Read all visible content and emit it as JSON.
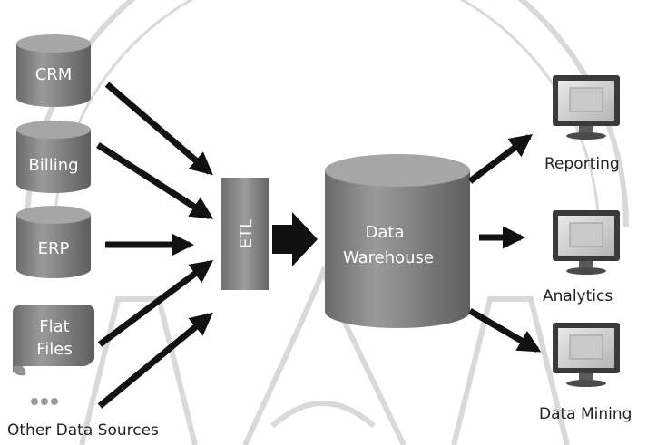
{
  "sources": {
    "crm": "CRM",
    "billing": "Billing",
    "erp": "ERP",
    "flat_files": "Flat Files",
    "other": "Other Data Sources"
  },
  "etl": "ETL",
  "warehouse": "Data Warehouse",
  "outputs": {
    "reporting": "Reporting",
    "analytics": "Analytics",
    "data_mining": "Data Mining"
  },
  "colors": {
    "cylinder_body": "#7e7e7e",
    "cylinder_top": "#a6a6a6",
    "arrow": "#111111",
    "label_text": "#ffffff",
    "caption_text": "#222222",
    "watermark": "#d9d9d9"
  }
}
